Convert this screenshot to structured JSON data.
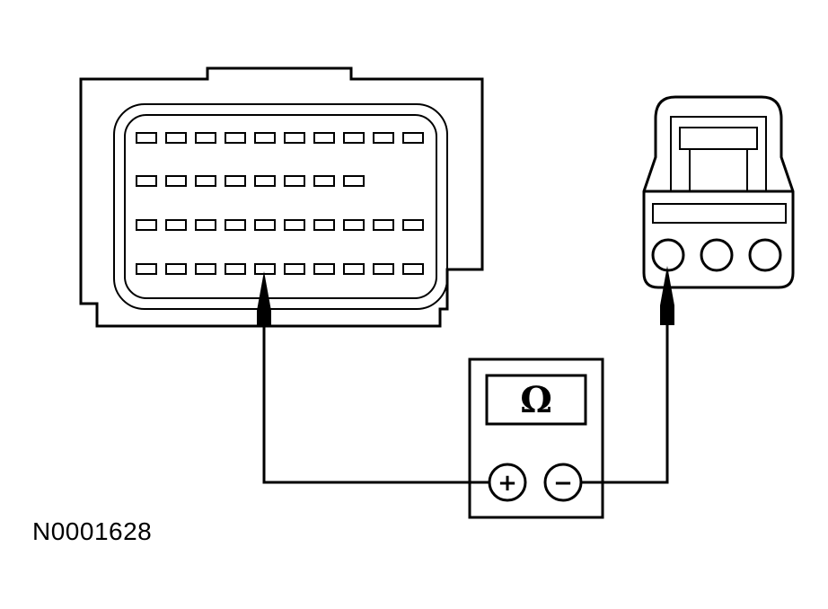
{
  "meter": {
    "display_symbol": "Ω",
    "positive_label": "+",
    "negative_label": "−"
  },
  "harness_connector": {
    "pin_rows": [
      10,
      8,
      10,
      10
    ],
    "probed_row": 4,
    "probed_pin": 5
  },
  "sensor_connector": {
    "terminal_count": 3,
    "probed_terminal": 1
  },
  "figure_id": "N0001628"
}
